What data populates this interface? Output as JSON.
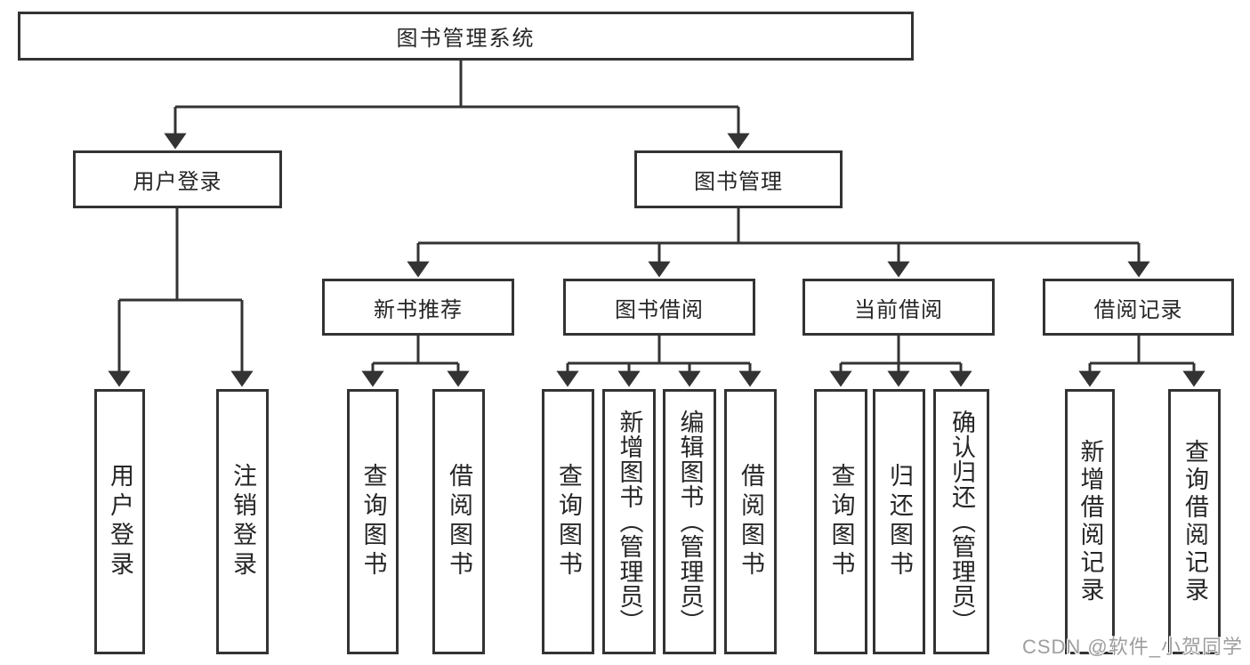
{
  "tree": {
    "root": {
      "label": "图书管理系统",
      "children": [
        {
          "label": "用户登录",
          "children": [
            {
              "label": "用户登录"
            },
            {
              "label": "注销登录"
            }
          ]
        },
        {
          "label": "图书管理",
          "children": [
            {
              "label": "新书推荐",
              "children": [
                {
                  "label": "查询图书"
                },
                {
                  "label": "借阅图书"
                }
              ]
            },
            {
              "label": "图书借阅",
              "children": [
                {
                  "label": "查询图书"
                },
                {
                  "label": "新增图书（管理员）"
                },
                {
                  "label": "编辑图书（管理员）"
                },
                {
                  "label": "借阅图书"
                }
              ]
            },
            {
              "label": "当前借阅",
              "children": [
                {
                  "label": "查询图书"
                },
                {
                  "label": "归还图书"
                },
                {
                  "label": "确认归还（管理员）"
                }
              ]
            },
            {
              "label": "借阅记录",
              "children": [
                {
                  "label": "新增借阅记录"
                },
                {
                  "label": "查询借阅记录"
                }
              ]
            }
          ]
        }
      ]
    }
  },
  "watermark": {
    "text": "CSDN @软件_小贺同学"
  },
  "colors": {
    "line": "#333333",
    "text": "#262626",
    "background": "#ffffff",
    "watermark": "#9e9e9e"
  }
}
